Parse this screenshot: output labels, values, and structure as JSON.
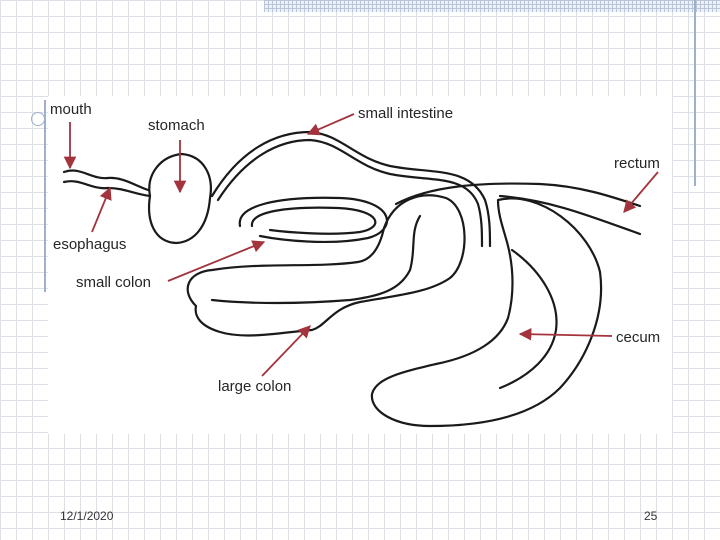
{
  "diagram": {
    "labels": {
      "mouth": "mouth",
      "stomach": "stomach",
      "small_intestine": "small intestine",
      "rectum": "rectum",
      "esophagus": "esophagus",
      "small_colon": "small colon",
      "cecum": "cecum",
      "large_colon": "large colon"
    },
    "colors": {
      "arrow": "#a3333d",
      "outline": "#1a1a1a",
      "grid": "#dcdfe6"
    }
  },
  "footer": {
    "date": "12/1/2020",
    "page_number": "25"
  }
}
